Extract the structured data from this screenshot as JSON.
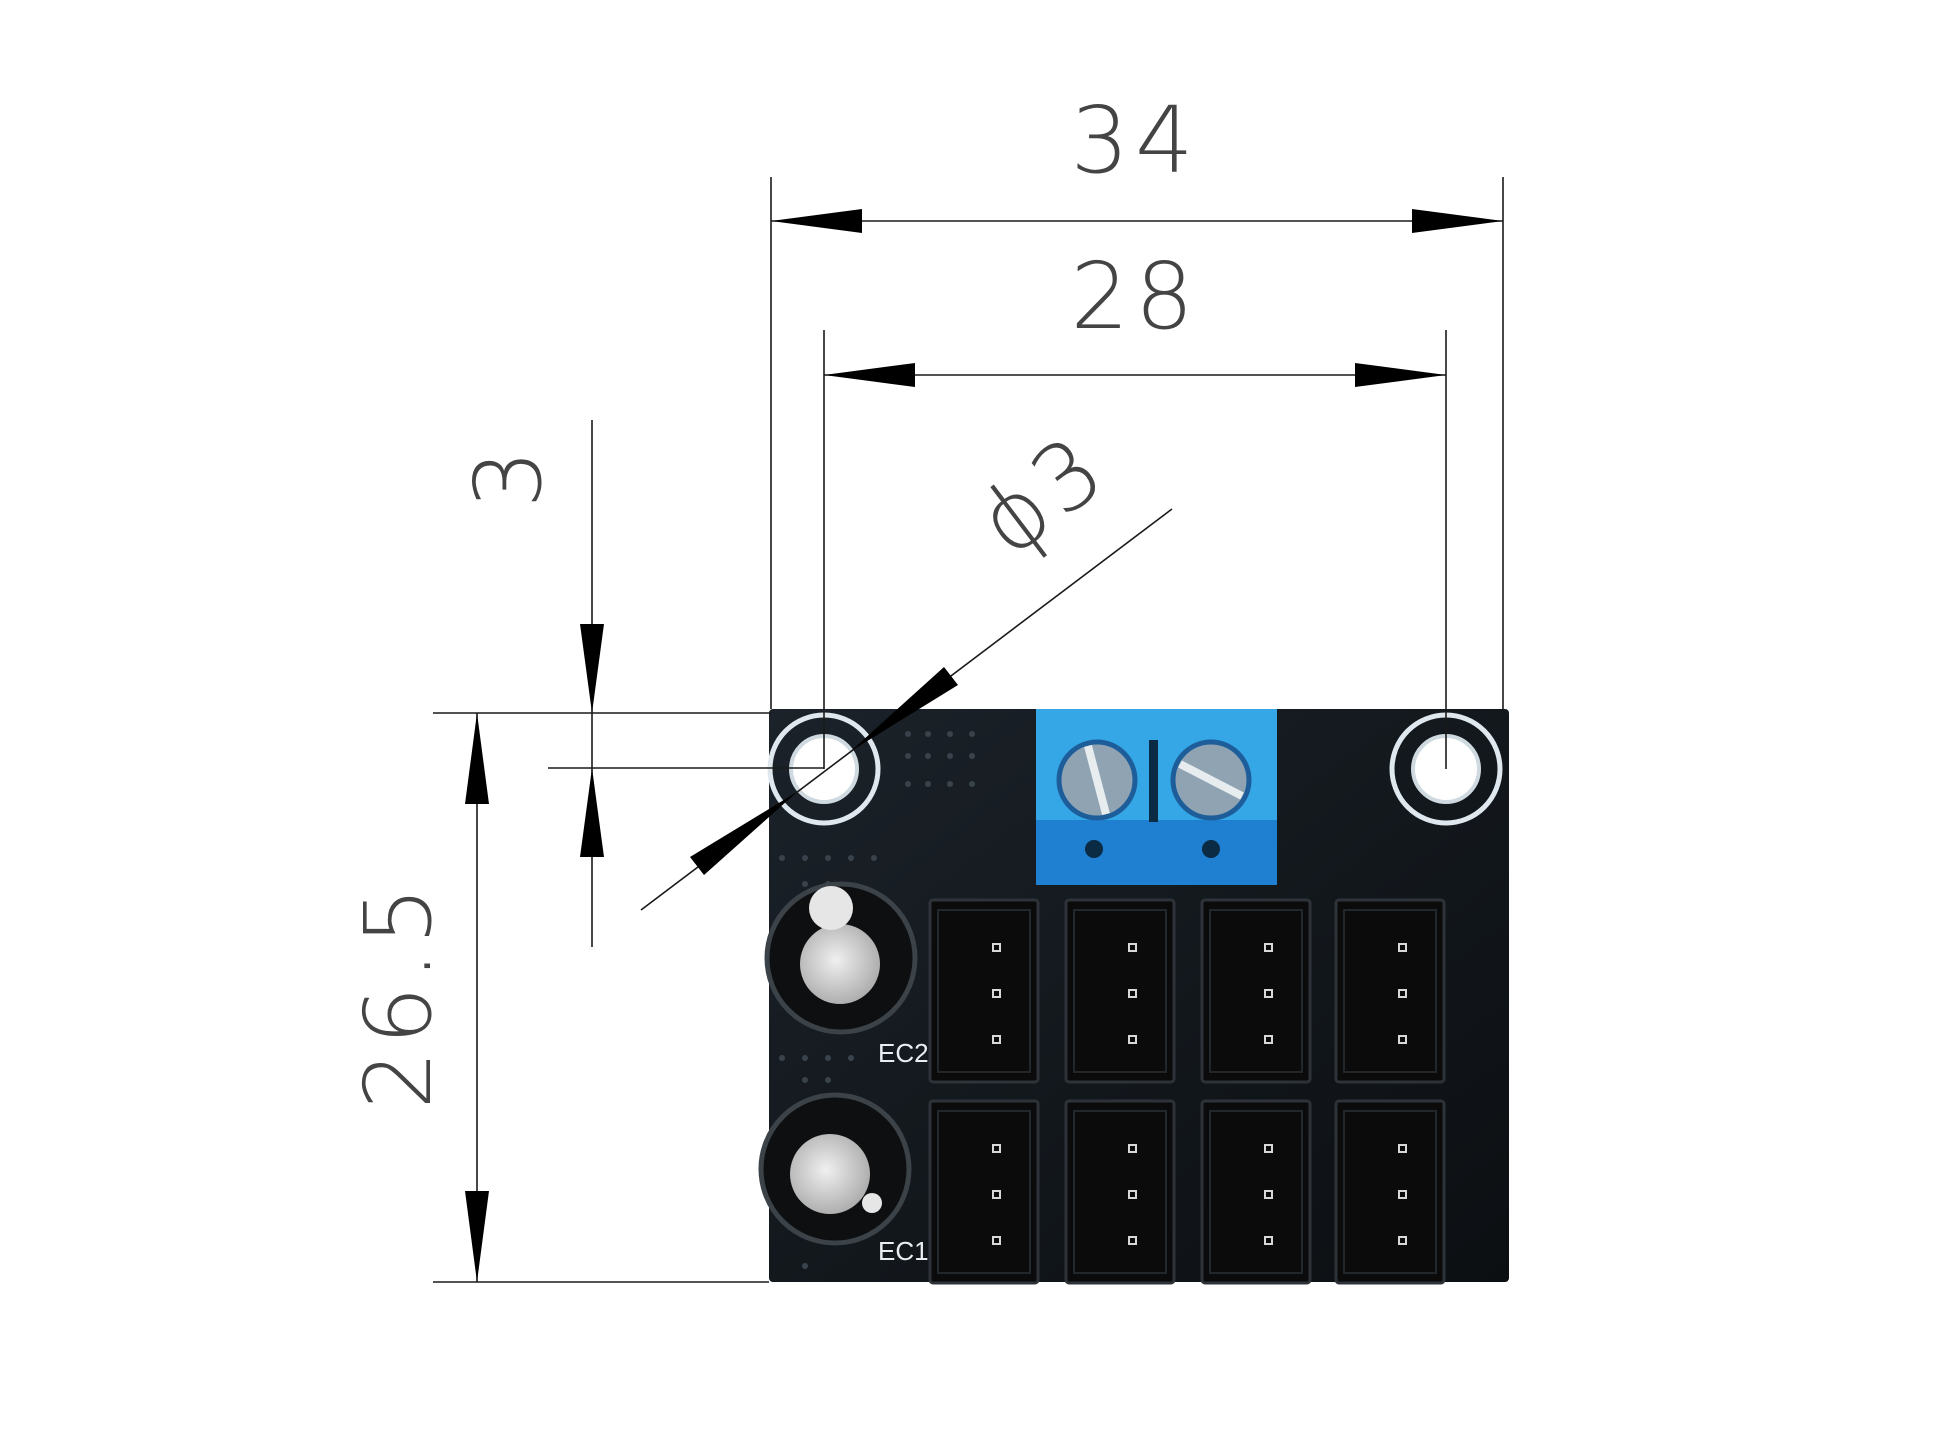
{
  "dimensions": {
    "overall_width": "34",
    "hole_spacing": "28",
    "hole_offset": "3",
    "overall_height": "26.5",
    "hole_diameter": "ϕ3"
  },
  "board": {
    "silkscreen": {
      "cap_top": "EC2",
      "cap_bottom": "EC1"
    },
    "connector_count": 8,
    "colors": {
      "pcb": "#14181d",
      "terminal": "#2f9fe0",
      "terminal_dark": "#1c78c9",
      "connector": "#0b0b0b"
    }
  }
}
